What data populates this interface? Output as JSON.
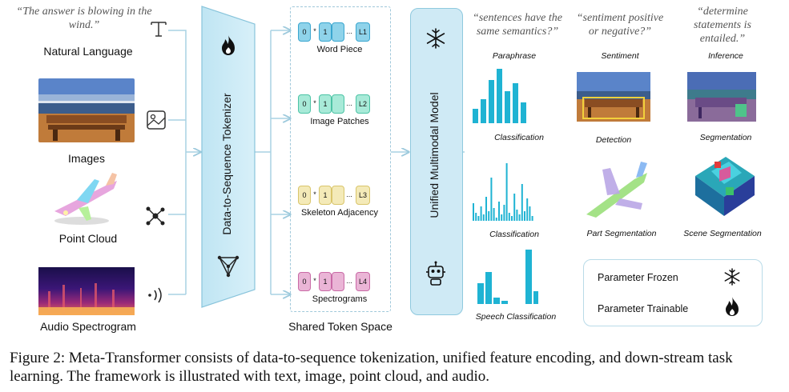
{
  "inputs": {
    "text_quote": "“The answer is blowing in the wind.”",
    "natural_language": "Natural Language",
    "images": "Images",
    "point_cloud": "Point Cloud",
    "audio_spectrogram": "Audio Spectrogram"
  },
  "tokenizer": {
    "label": "Data-to-Sequence Tokenizer"
  },
  "token_space": {
    "title": "Shared Token Space",
    "groups": [
      {
        "label": "Word Piece",
        "first": "0",
        "star": "*",
        "second": "1",
        "dots": "...",
        "last": "L1",
        "color": "#8fd3ea",
        "stroke": "#3aa6cf"
      },
      {
        "label": "Image Patches",
        "first": "0",
        "star": "*",
        "second": "1",
        "dots": "...",
        "last": "L2",
        "color": "#a8ead8",
        "stroke": "#4cc3a5"
      },
      {
        "label": "Skeleton Adjacency",
        "first": "0",
        "star": "*",
        "second": "1",
        "dots": "...",
        "last": "L3",
        "color": "#f4eab8",
        "stroke": "#d9c56b"
      },
      {
        "label": "Spectrograms",
        "first": "0",
        "star": "*",
        "second": "1",
        "dots": "...",
        "last": "L4",
        "color": "#eab5d6",
        "stroke": "#c96aa6"
      }
    ]
  },
  "model": {
    "label": "Unified Multimodal Model"
  },
  "questions": {
    "q1": "“sentences have the same semantics?”",
    "q2": "“sentiment positive or negative?”",
    "q3": "“determine statements is entailed.”"
  },
  "tasks": {
    "paraphrase": "Paraphrase",
    "sentiment": "Sentiment",
    "inference": "Inference",
    "classification1": "Classification",
    "detection": "Detection",
    "segmentation": "Segmentation",
    "classification2": "Classification",
    "part_segmentation": "Part Segmentation",
    "scene_segmentation": "Scene Segmentation",
    "speech_classification": "Speech Classification"
  },
  "legend": {
    "frozen": "Parameter Frozen",
    "trainable": "Parameter Trainable"
  },
  "caption": "Figure 2: Meta-Transformer consists of data-to-sequence tokenization, unified feature encoding, and down-stream task learning. The framework is illustrated with text, image, point cloud, and audio.",
  "colors": {
    "accent": "#1fb3d3",
    "panel": "#d4eef7",
    "panel_stroke": "#8fc9de"
  }
}
